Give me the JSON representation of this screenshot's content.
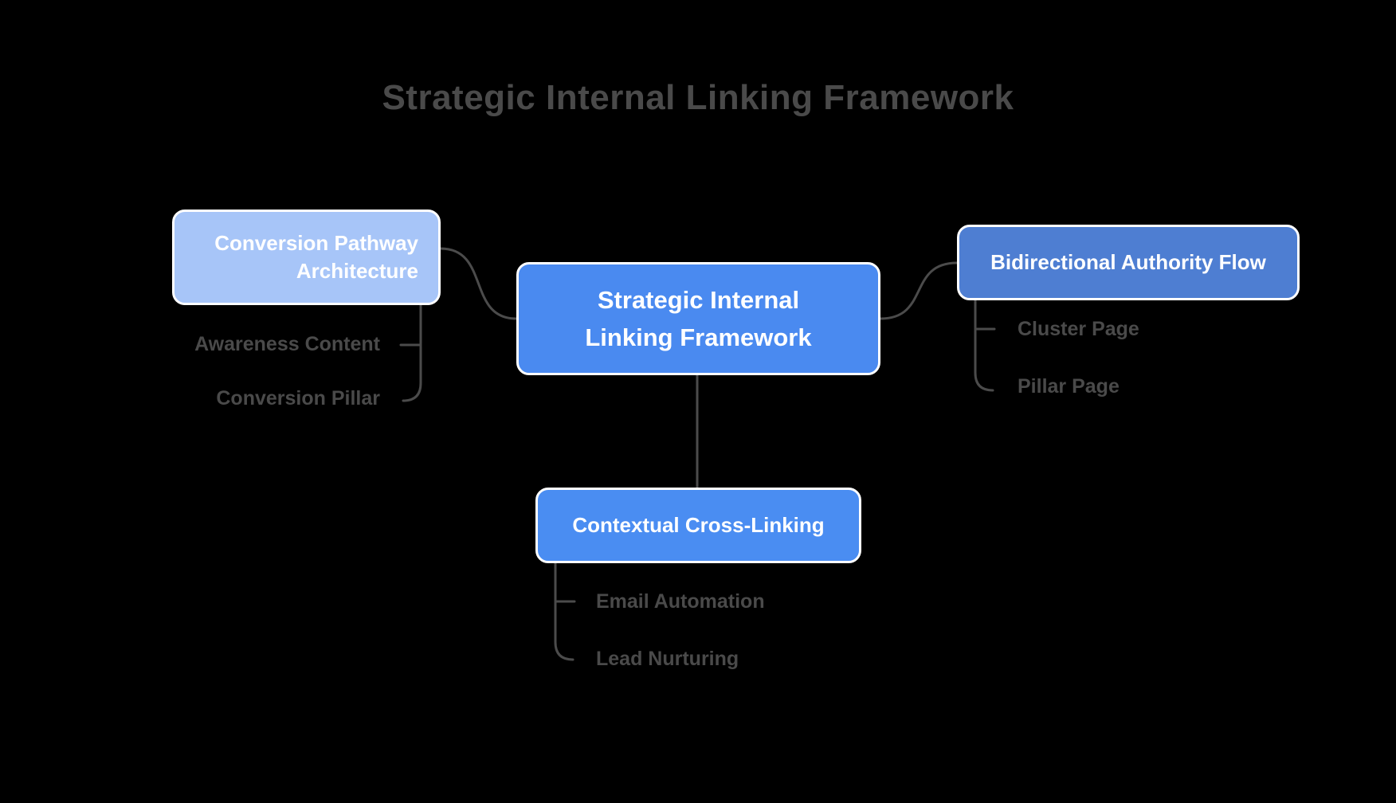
{
  "title": "Strategic Internal Linking Framework",
  "colors": {
    "background": "#000000",
    "title_text": "#4a4a4a",
    "child_text": "#4a4a4a",
    "connector": "#4b4b4b",
    "node_border": "#ffffff",
    "node_text": "#ffffff",
    "center_fill": "#4a8af0",
    "left_fill": "#a7c5f8",
    "right_fill": "#4e7ed2",
    "bottom_fill": "#4a8df2"
  },
  "center": {
    "lines": [
      "Strategic Internal",
      "Linking Framework"
    ]
  },
  "branches": {
    "left": {
      "lines": [
        "Conversion Pathway",
        "Architecture"
      ],
      "children": [
        "Awareness Content",
        "Conversion Pillar"
      ]
    },
    "right": {
      "label": "Bidirectional Authority Flow",
      "children": [
        "Cluster Page",
        "Pillar Page"
      ]
    },
    "bottom": {
      "label": "Contextual Cross-Linking",
      "children": [
        "Email Automation",
        "Lead Nurturing"
      ]
    }
  }
}
